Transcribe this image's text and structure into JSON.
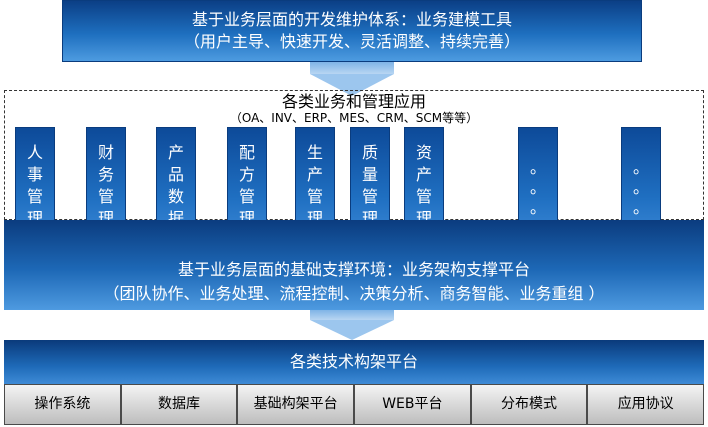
{
  "top_box": {
    "line1": "基于业务层面的开发维护体系：业务建模工具",
    "line2": "（用户主导、快速开发、灵活调整、持续完善）"
  },
  "applications": {
    "title": "各类业务和管理应用",
    "subtitle": "（OA、INV、ERP、MES、CRM、SCM等等）",
    "modules": [
      {
        "chars": [
          "人",
          "事",
          "管",
          "理"
        ]
      },
      {
        "chars": [
          "财",
          "务",
          "管",
          "理"
        ]
      },
      {
        "chars": [
          "产",
          "品",
          "数",
          "据"
        ]
      },
      {
        "chars": [
          "配",
          "方",
          "管",
          "理"
        ]
      },
      {
        "chars": [
          "生",
          "产",
          "管",
          "理"
        ]
      },
      {
        "chars": [
          "质",
          "量",
          "管",
          "理"
        ]
      },
      {
        "chars": [
          "资",
          "产",
          "管",
          "理"
        ]
      },
      {
        "chars": [
          "。",
          "。",
          "。"
        ]
      },
      {
        "chars": [
          "。",
          "。",
          "。"
        ]
      }
    ]
  },
  "base_platform": {
    "line1": "基于业务层面的基础支撑环境：业务架构支撑平台",
    "line2": "（团队协作、业务处理、流程控制、决策分析、商务智能、业务重组 ）"
  },
  "tech_platform": {
    "title": "各类技术构架平台",
    "items": [
      "操作系统",
      "数据库",
      "基础构架平台",
      "WEB平台",
      "分布模式",
      "应用协议"
    ]
  },
  "colors": {
    "primary_blue": "#1e6fbf",
    "dark_blue": "#0b3f86",
    "arrow_blue": "#9cc6ee"
  }
}
